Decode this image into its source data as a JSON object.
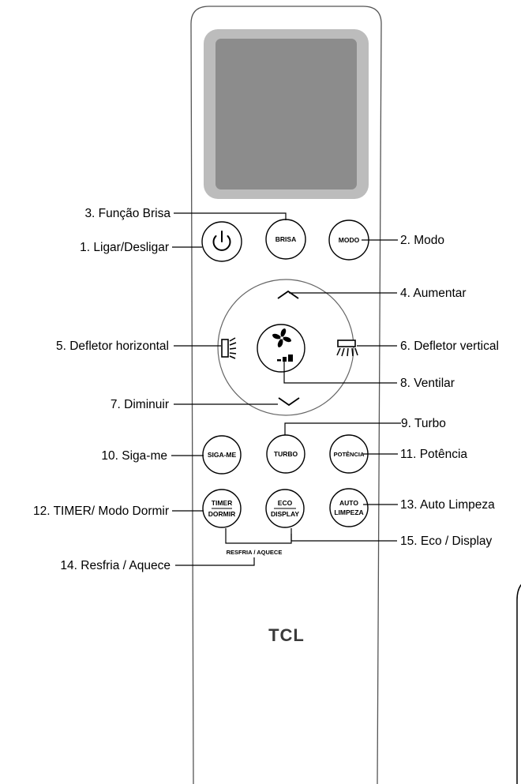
{
  "buttons": {
    "brisa": "BRISA",
    "modo": "MODO",
    "siga_me": "SIGA-ME",
    "turbo": "TURBO",
    "potencia": "POTÊNCIA",
    "timer_top": "TIMER",
    "timer_bottom": "DORMIR",
    "eco_top": "ECO",
    "eco_bottom": "DISPLAY",
    "auto_top": "AUTO",
    "auto_bottom": "LIMPEZA",
    "resfria_aquece": "RESFRIA / AQUECE"
  },
  "logo": "TCL",
  "callouts": {
    "c1": "1. Ligar/Desligar",
    "c2": "2. Modo",
    "c3": "3. Função Brisa",
    "c4": "4. Aumentar",
    "c5": "5. Defletor horizontal",
    "c6": "6. Defletor vertical",
    "c7": "7. Diminuir",
    "c8": "8. Ventilar",
    "c9": "9. Turbo",
    "c10": "10. Siga-me",
    "c11": "11. Potência",
    "c12": "12. TIMER/ Modo Dormir",
    "c13": "13. Auto Limpeza",
    "c14": "14. Resfria / Aquece",
    "c15": "15. Eco / Display"
  },
  "colors": {
    "screen_frame": "#bcbcbc",
    "screen": "#8c8c8c",
    "body_outline": "#555555"
  }
}
